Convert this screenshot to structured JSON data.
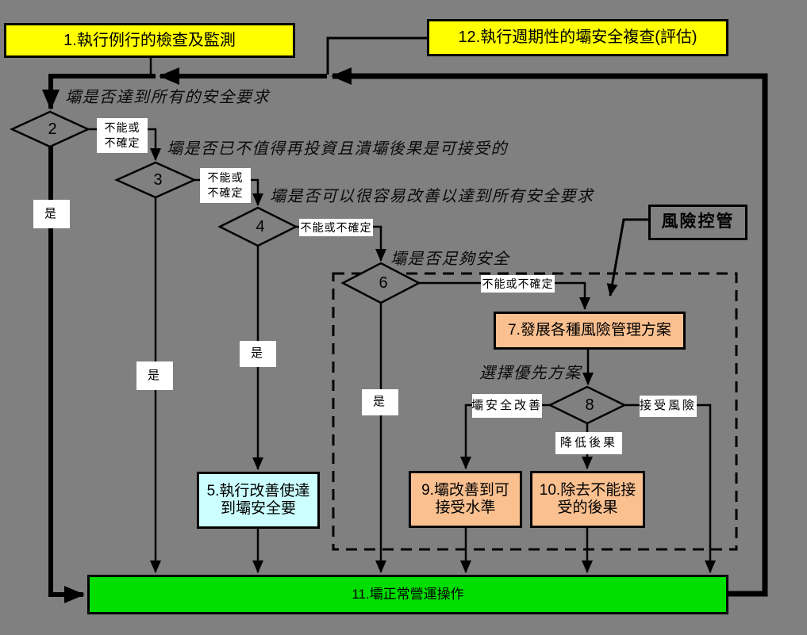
{
  "nodes": {
    "n1": {
      "label": "1.執行例行的檢查及監測"
    },
    "n12": {
      "label": "12.執行週期性的壩安全複查(評估)"
    },
    "n5": {
      "l1": "5.執行改善使達",
      "l2": "到壩安全要"
    },
    "n7": {
      "label": "7.發展各種風險管理方案"
    },
    "n9": {
      "l1": "9.壩改善到可",
      "l2": "接受水準"
    },
    "n10": {
      "l1": "10.除去不能接",
      "l2": "受的後果"
    },
    "n11": {
      "label": "11.壩正常營運操作"
    },
    "risk": {
      "label": "風險控管"
    }
  },
  "decisions": {
    "d2": "2",
    "d3": "3",
    "d4": "4",
    "d6": "6",
    "d8": "8"
  },
  "questions": {
    "q2": "壩是否達到所有的安全要求",
    "q3": "壩是否已不值得再投資且潰壩後果是可接受的",
    "q4": "壩是否可以很容易改善以達到所有安全要求",
    "q6": "壩是否足夠安全",
    "q8": "選擇優先方案"
  },
  "labels": {
    "yes": "是",
    "no_l1": "不能或",
    "no_l2": "不確定",
    "no_one": "不能或不確定",
    "improve": "壩安全改善",
    "accept": "接受風險",
    "reduce": "降低後果"
  },
  "colors": {
    "background": "#808080",
    "routine_boxes": "#FFFF00",
    "risk_boxes": "#FAC090",
    "improve_box": "#CCFFFF",
    "normal_operation_box": "#00DF00",
    "line": "#000000"
  }
}
